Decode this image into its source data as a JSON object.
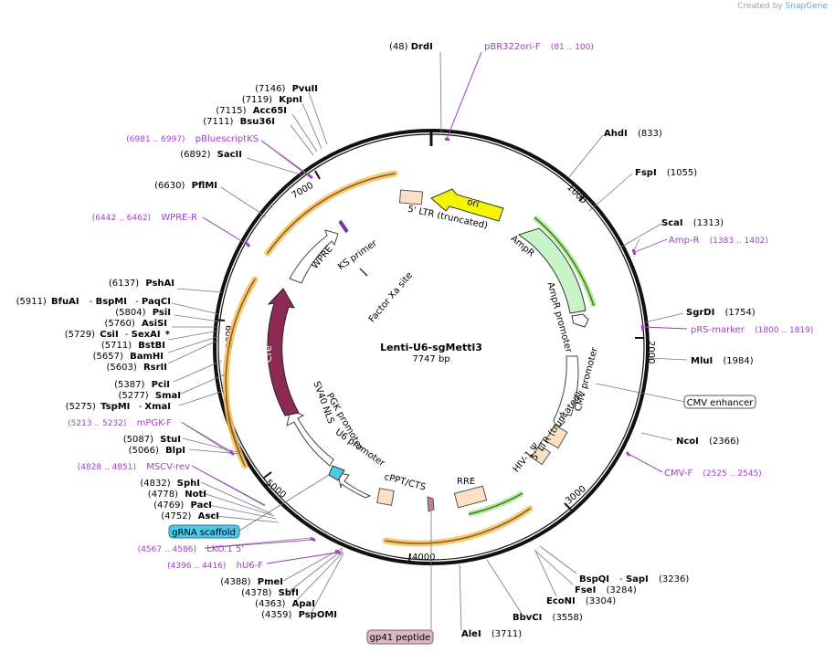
{
  "branding": {
    "created_by": "Created by",
    "app": "SnapGene"
  },
  "plasmid": {
    "name": "Lenti-U6-sgMettl3",
    "size_label": "7747 bp",
    "length": 7747
  },
  "ticks": [
    {
      "pos": 1000,
      "label": "1000"
    },
    {
      "pos": 2000,
      "label": "2000"
    },
    {
      "pos": 3000,
      "label": "3000"
    },
    {
      "pos": 4000,
      "label": "4000"
    },
    {
      "pos": 5000,
      "label": "5000"
    },
    {
      "pos": 6000,
      "label": "6000"
    },
    {
      "pos": 7000,
      "label": "7000"
    }
  ],
  "enzymes_right": [
    {
      "name": "DrdI",
      "pos": "(48)"
    },
    {
      "name": "AhdI",
      "pos": "(833)"
    },
    {
      "name": "FspI",
      "pos": "(1055)"
    },
    {
      "name": "ScaI",
      "pos": "(1313)"
    },
    {
      "name": "SgrDI",
      "pos": "(1754)"
    },
    {
      "name": "MluI",
      "pos": "(1984)"
    },
    {
      "name": "NcoI",
      "pos": "(2366)"
    },
    {
      "name": "BspQI",
      "pos": ""
    },
    {
      "name": "SapI",
      "pos": "(3236)"
    },
    {
      "name": "FseI",
      "pos": "(3284)"
    },
    {
      "name": "EcoNI",
      "pos": "(3304)"
    },
    {
      "name": "BbvCI",
      "pos": "(3558)"
    },
    {
      "name": "AleI",
      "pos": "(3711)"
    }
  ],
  "enzymes_left": [
    {
      "name": "PvuII",
      "pos": "(7146)"
    },
    {
      "name": "KpnI",
      "pos": "(7119)"
    },
    {
      "name": "Acc65I",
      "pos": "(7115)"
    },
    {
      "name": "Bsu36I",
      "pos": "(7111)"
    },
    {
      "name": "SacII",
      "pos": "(6892)"
    },
    {
      "name": "PflMI",
      "pos": "(6630)"
    },
    {
      "name": "PshAI",
      "pos": "(6137)"
    },
    {
      "name": "PsiI",
      "pos": "(5804)"
    },
    {
      "name": "AsiSI",
      "pos": "(5760)"
    },
    {
      "name": "BstBI",
      "pos": "(5711)"
    },
    {
      "name": "BamHI",
      "pos": "(5657)"
    },
    {
      "name": "RsrII",
      "pos": "(5603)"
    },
    {
      "name": "PciI",
      "pos": "(5387)"
    },
    {
      "name": "SmaI",
      "pos": "(5277)"
    },
    {
      "name": "StuI",
      "pos": "(5087)"
    },
    {
      "name": "BlpI",
      "pos": "(5066)"
    },
    {
      "name": "SphI",
      "pos": "(4832)"
    },
    {
      "name": "NotI",
      "pos": "(4778)"
    },
    {
      "name": "PacI",
      "pos": "(4769)"
    },
    {
      "name": "AscI",
      "pos": "(4752)"
    },
    {
      "name": "PmeI",
      "pos": "(4388)"
    },
    {
      "name": "SbfI",
      "pos": "(4378)"
    },
    {
      "name": "ApaI",
      "pos": "(4363)"
    },
    {
      "name": "PspOMI",
      "pos": "(4359)"
    }
  ],
  "enzyme_multi": {
    "bfuai_pos": "(5911)",
    "bfuai": "BfuAI",
    "bspmi": "BspMI",
    "paqci": "PaqCI",
    "csii_pos": "(5729)",
    "csii": "CsiI",
    "sexai": "SexAI",
    "star": "*",
    "tspmi_pos": "(5275)",
    "tspmi": "TspMI",
    "xmai": "XmaI",
    "dash": "-"
  },
  "primers": [
    {
      "name": "pBR322ori-F",
      "range": "(81 .. 100)"
    },
    {
      "name": "Amp-R",
      "range": "(1383 .. 1402)"
    },
    {
      "name": "pRS-marker",
      "range": "(1800 .. 1819)"
    },
    {
      "name": "CMV-F",
      "range": "(2525 .. 2545)"
    },
    {
      "name": "pBluescriptKS",
      "range": "(6981 .. 6997)"
    },
    {
      "name": "WPRE-R",
      "range": "(6442 .. 6462)"
    },
    {
      "name": "mPGK-F",
      "range": "(5213 .. 5232)"
    },
    {
      "name": "MSCV-rev",
      "range": "(4828 .. 4851)"
    },
    {
      "name": "LKO.1 5'",
      "range": "(4567 .. 4586)"
    },
    {
      "name": "hU6-F",
      "range": "(4396 .. 4416)"
    }
  ],
  "boxed_features": {
    "cmv_enhancer": "CMV enhancer",
    "grna_scaffold": "gRNA scaffold",
    "gp41": "gp41 peptide"
  },
  "features": {
    "ori": "ori",
    "ltr5": "5' LTR (truncated)",
    "ampr": "AmpR",
    "ampr_promoter": "AmpR promoter",
    "cmv_promoter": "CMV promoter",
    "ltr5b": "5' LTR (truncated)",
    "hiv_psi": "HIV-1 Ψ",
    "rre": "RRE",
    "cppt": "cPPT/CTS",
    "u6": "U6 promoter",
    "pgk": "PGK promoter",
    "sv40": "SV40 NLS",
    "cre": "Cre",
    "wpre": "WPRE",
    "ks_primer": "KS primer",
    "factor_xa": "Factor Xa site"
  },
  "colors": {
    "primer": "#a040c8",
    "ori": "#f5f500",
    "ampr": "#c8f5c8",
    "cre": "#8c2a55",
    "ltr": "#fce0c4",
    "highlight": "#f5b642",
    "grna": "#4ec8e8",
    "gp41": "#dbb6c4"
  }
}
